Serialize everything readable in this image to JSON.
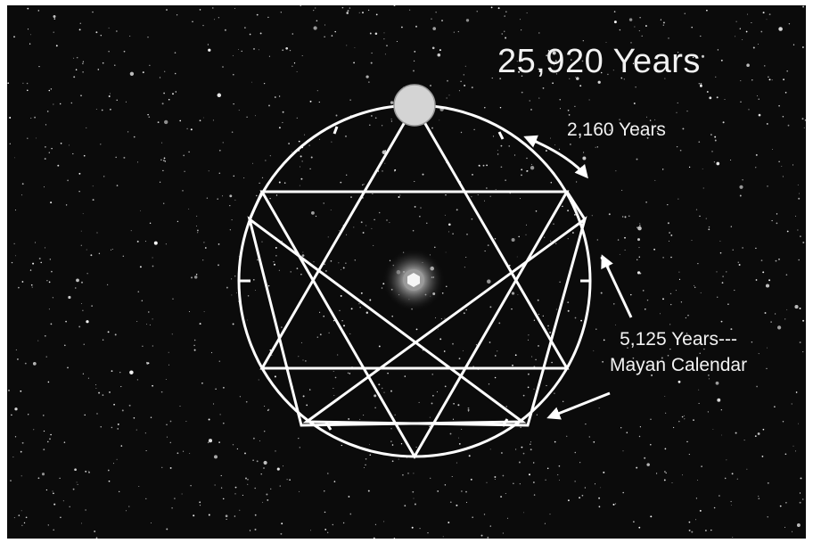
{
  "labels": {
    "cycle_total": "25,920 Years",
    "age_length": "2,160 Years",
    "mayan_line1": "5,125 Years---",
    "mayan_line2": "Mayan Calendar"
  },
  "colors": {
    "background": "#0b0b0b",
    "lines": "#ffffff",
    "sun_marker": "#d4d4d4",
    "center_star": "#cfcfcf"
  },
  "icons": [
    "sun-marker-icon",
    "center-star-icon",
    "arrow-2160-icon",
    "arrow-mayan-icon"
  ]
}
